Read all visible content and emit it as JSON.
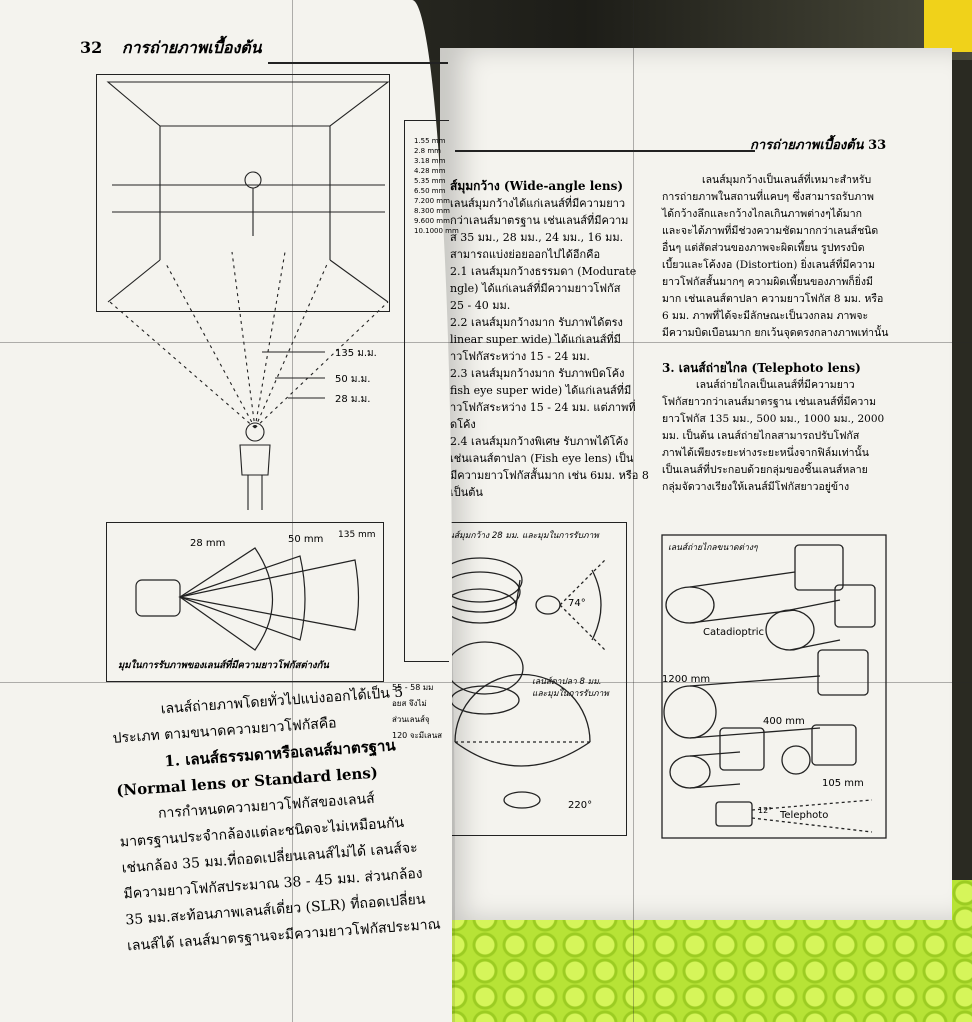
{
  "left_page": {
    "page_number": "32",
    "header_title": "การถ่ายภาพเบื้องต้น",
    "focal_labels": [
      "135 ม.ม.",
      "50 ม.ม.",
      "28 ม.ม."
    ],
    "angle_labels": [
      "28 mm",
      "50 mm",
      "135 mm"
    ],
    "angle_caption": "มุมในการรับภาพของเลนส์ที่มีความยาวโฟกัสต่างกัน",
    "list_items": [
      "1.55 mm",
      "2.8 mm",
      "3.18 mm",
      "4.28 mm",
      "5.35 mm",
      "6.50 mm",
      "7.200 mm",
      "8.300 mm",
      "9.600 mm",
      "10.1000 mm"
    ],
    "body": [
      "เลนส์ถ่ายภาพโดยทั่วไปแบ่งออกได้เป็น 5",
      "ประเภท ตามขนาดความยาวโฟกัสคือ",
      "1. เลนส์ธรรมดาหรือเลนส์มาตรฐาน",
      "(Normal lens or Standard lens)",
      "การกำหนดความยาวโฟกัสของเลนส์",
      "มาตรฐานประจำกล้องแต่ละชนิดจะไม่เหมือนกัน",
      "เช่นกล้อง 35 มม.ที่ถอดเปลี่ยนเลนส์ไม่ได้ เลนส์จะ",
      "มีความยาวโฟกัสประมาณ 38 - 45 มม. ส่วนกล้อง",
      "35 มม.สะท้อนภาพเลนส์เดี่ยว (SLR) ที่ถอดเปลี่ยน",
      "เลนส์ได้ เลนส์มาตรฐานจะมีความยาวโฟกัสประมาณ"
    ]
  },
  "right_page": {
    "page_number": "33",
    "header_title": "การถ่ายภาพเบื้องต้น",
    "col1": [
      "ส์มุมกว้าง (Wide-angle lens)",
      "เลนส์มุมกว้างได้แก่เลนส์ที่มีความยาว",
      "กว่าเลนส์มาตรฐาน เช่นเลนส์ที่มีความ",
      "ส 35 มม., 28 มม., 24 มม., 16 มม.",
      "สามารถแบ่งย่อยออกไปได้อีกคือ",
      "2.1 เลนส์มุมกว้างธรรมดา (Modurate",
      "ngle) ได้แก่เลนส์ที่มีความยาวโฟกัส",
      "25 - 40 มม.",
      "2.2 เลนส์มุมกว้างมาก รับภาพได้ตรง",
      "linear super wide) ได้แก่เลนส์ที่มี",
      "าวโฟกัสระหว่าง 15 - 24 มม.",
      "2.3 เลนส์มุมกว้างมาก รับภาพบิดโค้ง",
      "fish eye super wide) ได้แก่เลนส์ที่มี",
      "าวโฟกัสระหว่าง 15 - 24 มม. แต่ภาพที่",
      "ดโค้ง",
      "2.4 เลนส์มุมกว้างพิเศษ รับภาพได้โค้ง",
      "เช่นเลนส์ตาปลา (Fish eye lens) เป็น",
      "มีความยาวโฟกัสสั้นมาก เช่น 6มม. หรือ 8",
      "เป็นต้น"
    ],
    "col2": [
      "เลนส์มุมกว้างเป็นเลนส์ที่เหมาะสำหรับ",
      "การถ่ายภาพในสถานที่แคบๆ ซึ่งสามารถรับภาพ",
      "ได้กว้างลึกและกว้างไกลเกินภาพต่างๆได้มาก",
      "และจะได้ภาพที่มีช่วงความชัดมากกว่าเลนส์ชนิด",
      "อื่นๆ แต่สัดส่วนของภาพจะผิดเพี้ยน รูปทรงบิด",
      "เบี้ยวและโค้งงอ (Distortion) ยิ่งเลนส์ที่มีความ",
      "ยาวโฟกัสสั้นมากๆ ความผิดเพี้ยนของภาพก็ยิ่งมี",
      "มาก เช่นเลนส์ตาปลา ความยาวโฟกัส 8 มม. หรือ",
      "6 มม. ภาพที่ได้จะมีลักษณะเป็นวงกลม ภาพจะ",
      "มีความบิดเบือนมาก ยกเว้นจุดตรงกลางภาพเท่านั้น"
    ],
    "section3_heading": "3. เลนส์ถ่ายไกล (Telephoto lens)",
    "section3": [
      "เลนส์ถ่ายไกลเป็นเลนส์ที่มีความยาว",
      "โฟกัสยาวกว่าเลนส์มาตรฐาน เช่นเลนส์ที่มีความ",
      "ยาวโฟกัส 135 มม., 500 มม., 1000 มม., 2000",
      "มม. เป็นต้น เลนส์ถ่ายไกลสามารถปรับโฟกัส",
      "ภาพได้เพียงระยะห่างระยะหนึ่งจากฟิล์มเท่านั้น",
      "เป็นเลนส์ที่ประกอบด้วยกลุ่มของชิ้นเลนส์หลาย",
      "กลุ่มจัดวางเรียงให้เลนส์มีโฟกัสยาวอยู่ข้าง"
    ],
    "wide_caption": "เลนส์มุมกว้าง 28 มม. และมุมในการรับภาพ",
    "fisheye_caption": [
      "เลนส์ตาปลา 8 มม.",
      "และมุมในการรับภาพ"
    ],
    "angle_74": "74°",
    "angle_220": "220°",
    "tele_caption": "เลนส์ถ่ายไกลขนาดต่างๆ",
    "tele_labels": [
      "Catadioptric",
      "1200 mm",
      "400 mm",
      "105 mm",
      "12°",
      "Telephoto"
    ],
    "margin_snippets": [
      "55 - 58 มม",
      "อยส จึงไม่",
      "ส่วนเลนส์จุ",
      "120 จะมีเลนส"
    ]
  }
}
